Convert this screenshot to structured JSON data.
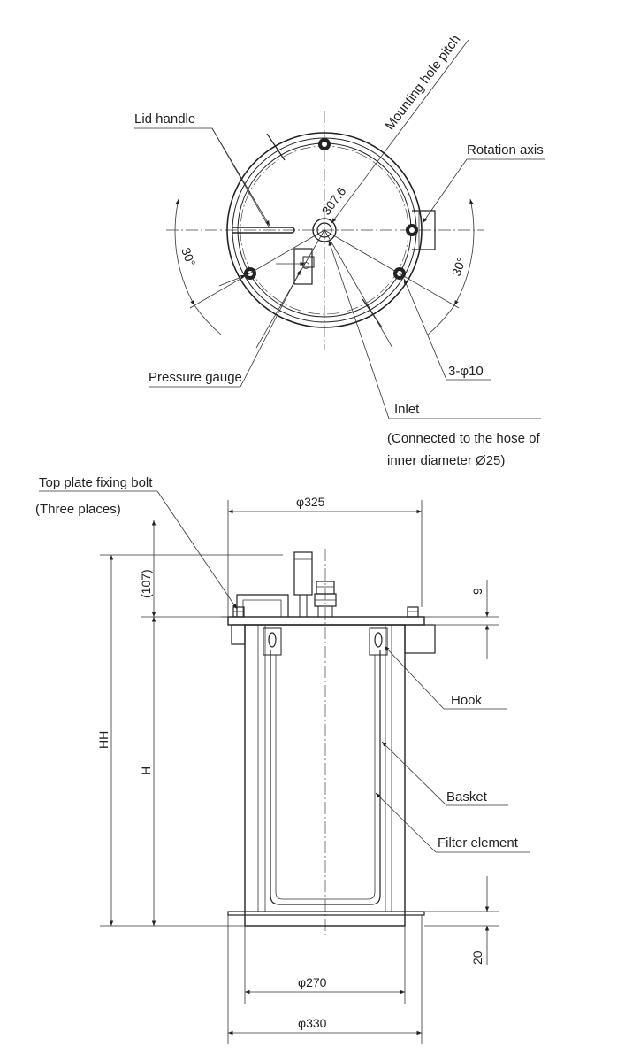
{
  "top_view": {
    "labels": {
      "lid_handle": "Lid handle",
      "mounting_hole_pitch": "Mounting hole pitch",
      "rotation_axis": "Rotation axis",
      "pressure_gauge": "Pressure gauge",
      "mounting_holes": "3-φ10",
      "inlet": "Inlet",
      "inlet_note_line1": "(Connected to the hose of",
      "inlet_note_line2": "inner diameter Ø25)"
    },
    "dimensions": {
      "pitch_diameter": "307.6",
      "angle_left": "30°",
      "angle_right": "30°"
    }
  },
  "side_view": {
    "labels": {
      "top_plate_bolt": "Top plate fixing bolt",
      "top_plate_bolt_note": "(Three places)",
      "hook": "Hook",
      "basket": "Basket",
      "filter_element": "Filter element"
    },
    "dimensions": {
      "top_diameter": "φ325",
      "upper_height": "(107)",
      "flange_thickness": "9",
      "total_height": "HH",
      "body_height": "H",
      "bottom_ring_height": "20",
      "body_diameter": "φ270",
      "base_diameter": "φ330"
    }
  }
}
